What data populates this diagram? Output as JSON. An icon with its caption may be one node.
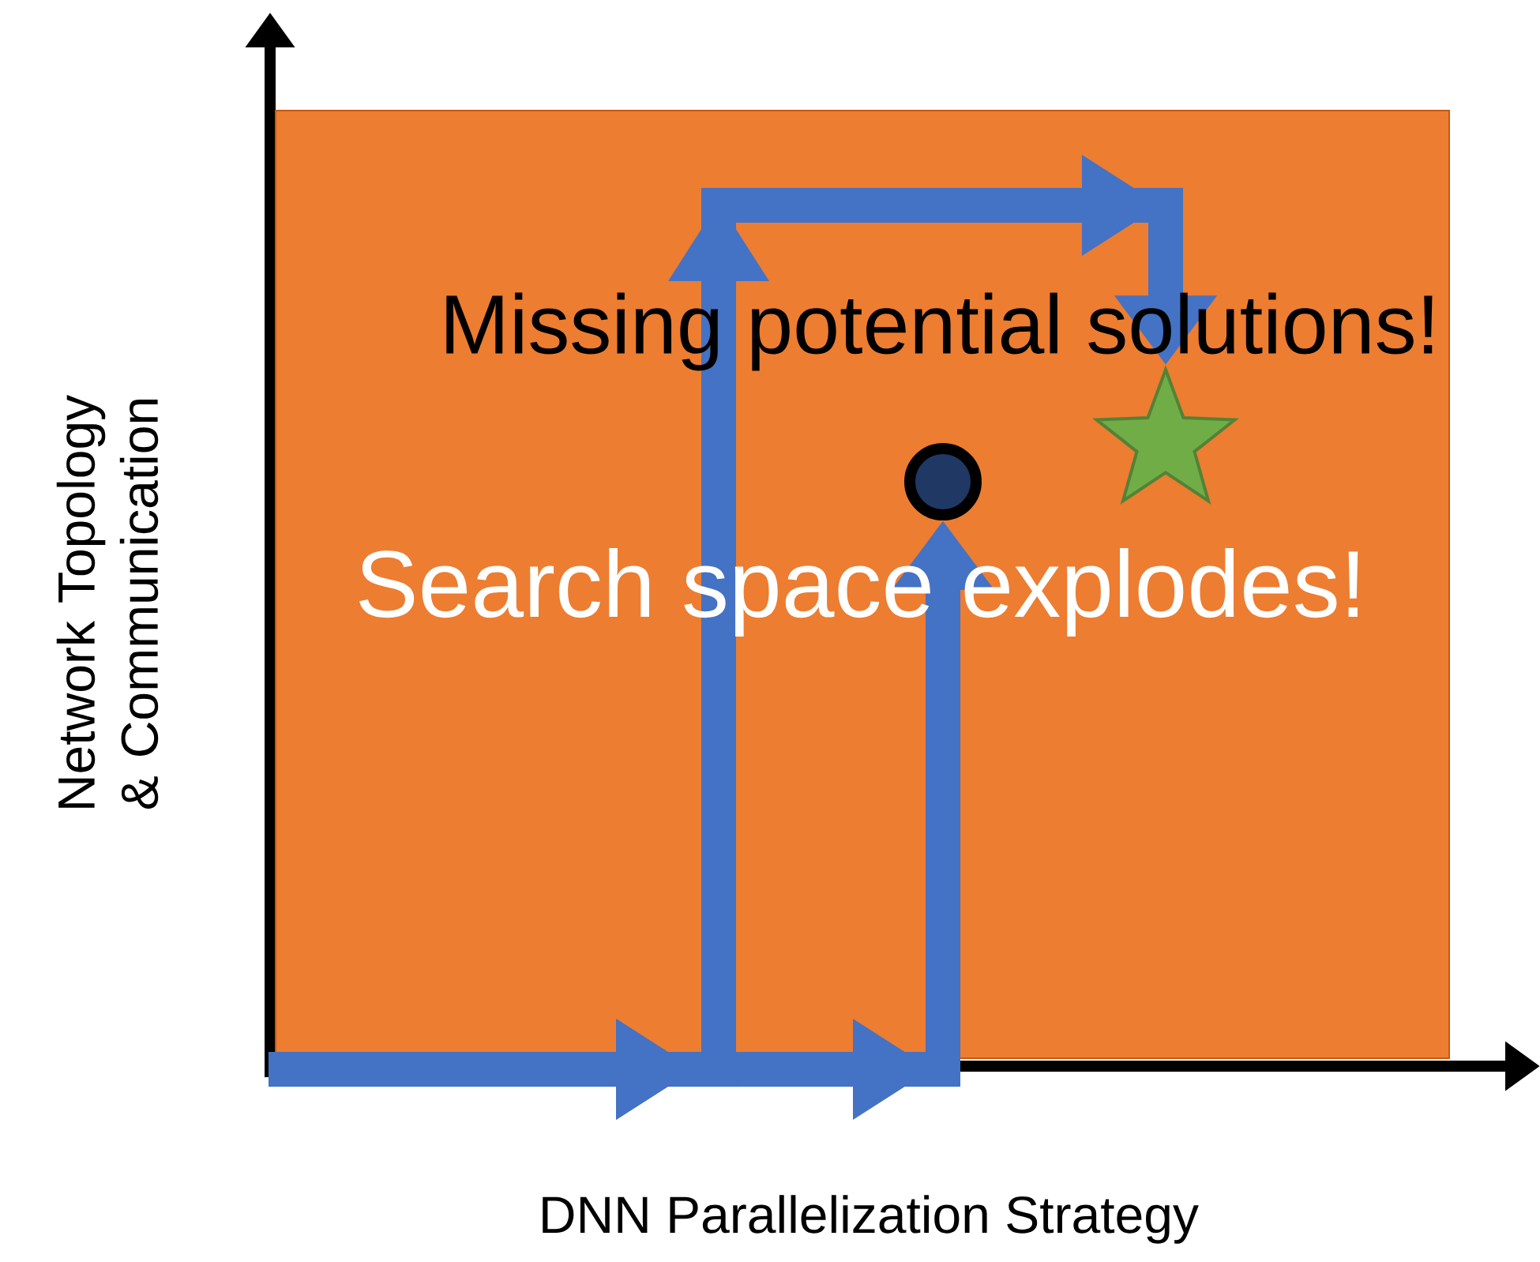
{
  "diagram": {
    "nodes": [
      {
        "text": [
          "Missing potential solutions!",
          "Search space explodes!"
        ]
      },
      {
        "text": [],
        "shape": "circle",
        "in": 0
      },
      {
        "text": [],
        "shape": "star",
        "in": 0
      }
    ],
    "edges": [
      {
        "from": null,
        "to": 1,
        "arrow": "to"
      },
      {
        "from": null,
        "to": 2,
        "arrow": "to"
      }
    ],
    "labels": [
      "Network Topology & Communication",
      "DNN Parallelization Strategy"
    ]
  }
}
